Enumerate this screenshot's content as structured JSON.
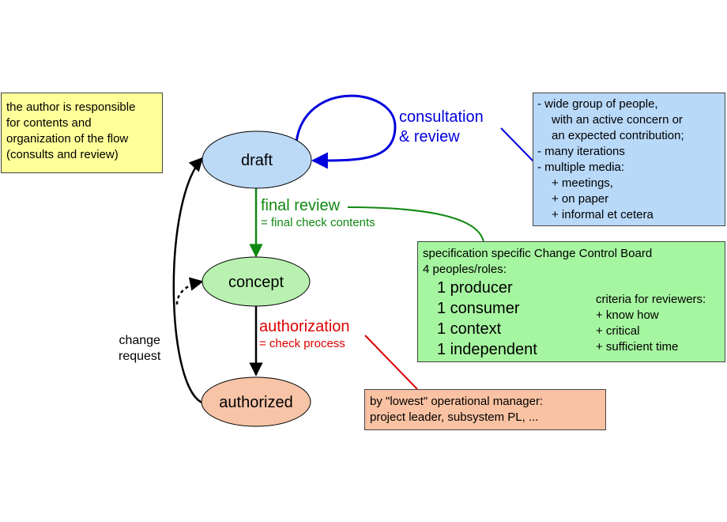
{
  "nodes": {
    "draft": "draft",
    "concept": "concept",
    "authorized": "authorized"
  },
  "edges": {
    "consultation": [
      "consultation",
      "& review"
    ],
    "final_review": {
      "title": "final review",
      "sub": "= final check contents"
    },
    "authorization": {
      "title": "authorization",
      "sub": "= check process"
    },
    "change_request": [
      "change",
      "request"
    ]
  },
  "notes": {
    "author": [
      "the author is responsible",
      "for contents and",
      "organization of the flow",
      "(consults and review)"
    ],
    "consultation": [
      "- wide group of people,",
      "   with an active concern or",
      "   an expected contribution;",
      "- many iterations",
      "- multiple media:",
      "   + meetings,",
      "   + on paper",
      "   + informal et cetera"
    ],
    "ccb": {
      "title": "specification specific Change Control Board",
      "subtitle": "4 peoples/roles:",
      "roles": [
        "1 producer",
        "1 consumer",
        "1 context",
        "1 independent"
      ],
      "criteria_title": "criteria for reviewers:",
      "criteria": [
        "+ know how",
        "+ critical",
        "+ sufficient time"
      ]
    },
    "manager": [
      "by \"lowest\" operational manager:",
      "project leader, subsystem PL, ..."
    ]
  },
  "colors": {
    "draft_fill": "#bcd9f5",
    "concept_fill": "#b9f2b0",
    "authorized_fill": "#f7c4a8",
    "yellow_note": "#ffff99",
    "blue_note": "#b9d9f9",
    "green_note": "#a6f5a0",
    "orange_note": "#f9c2a2",
    "consultation": "#0000dd",
    "final_review": "#118811",
    "authorization": "#dd0000"
  }
}
